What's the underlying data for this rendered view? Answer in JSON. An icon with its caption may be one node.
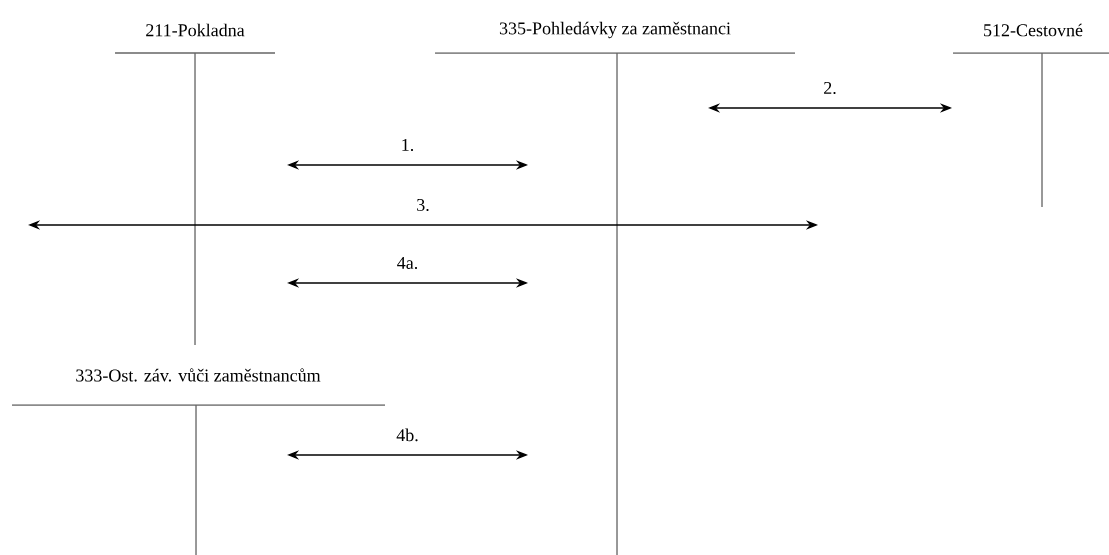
{
  "diagram": {
    "nodes": [
      {
        "text": [
          "211-Pokladna"
        ]
      },
      {
        "text": [
          "335-Pohledávky za zaměstnanci"
        ]
      },
      {
        "text": [
          "512-Cestovné"
        ]
      },
      {
        "text": [
          "333-Ost. záv. vůči zaměstnancům"
        ]
      }
    ],
    "edges": [
      {
        "from": 1,
        "to": 2,
        "arrow": "both",
        "label": "2."
      },
      {
        "from": 0,
        "to": 1,
        "arrow": "both",
        "label": "1."
      },
      {
        "from": 0,
        "to": 1,
        "arrow": "both",
        "label": "3."
      },
      {
        "from": 0,
        "to": 1,
        "arrow": "both",
        "label": "4a."
      },
      {
        "from": 3,
        "to": 1,
        "arrow": "both",
        "label": "4b."
      }
    ]
  }
}
